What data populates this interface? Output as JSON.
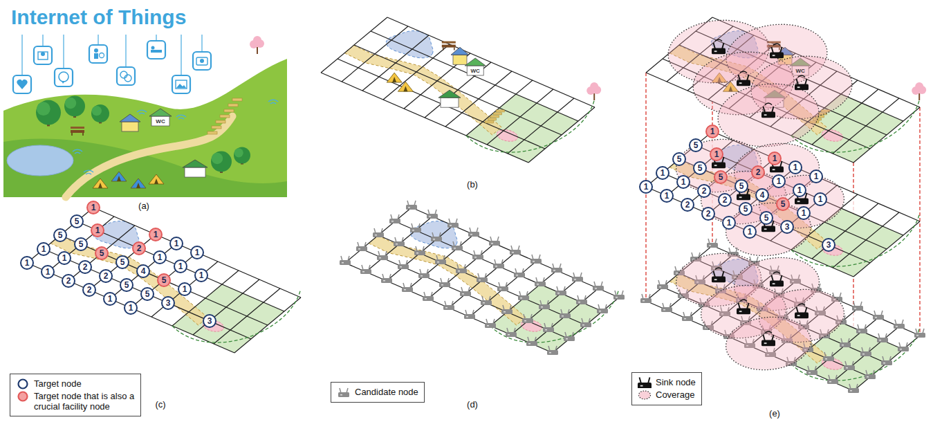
{
  "diagram": {
    "nodes": [
      {
        "text": [
          "1"
        ]
      },
      {
        "text": [
          "1"
        ]
      },
      {
        "text": [
          "1"
        ]
      },
      {
        "text": [
          "1"
        ]
      },
      {
        "text": [
          "5"
        ]
      },
      {
        "text": [
          "1"
        ]
      },
      {
        "text": [
          "2"
        ]
      },
      {
        "text": [
          "1"
        ]
      },
      {
        "text": [
          "1"
        ]
      },
      {
        "text": [
          "1"
        ]
      },
      {
        "text": [
          "5"
        ]
      },
      {
        "text": [
          "5"
        ]
      },
      {
        "text": [
          "5"
        ]
      },
      {
        "text": [
          "5"
        ]
      },
      {
        "text": [
          "4"
        ]
      },
      {
        "text": [
          "5"
        ]
      },
      {
        "text": [
          "1"
        ]
      },
      {
        "text": [
          "1"
        ]
      },
      {
        "text": [
          "1"
        ]
      },
      {
        "text": [
          "2"
        ]
      },
      {
        "text": [
          "2"
        ]
      },
      {
        "text": [
          "5"
        ]
      },
      {
        "text": [
          "5"
        ]
      },
      {
        "text": [
          "3"
        ]
      },
      {
        "text": [
          "3"
        ]
      },
      {
        "text": [
          "1"
        ]
      },
      {
        "text": [
          "1"
        ]
      },
      {
        "text": [
          "2"
        ]
      },
      {
        "text": [
          "2"
        ]
      },
      {
        "text": [
          "1"
        ]
      },
      {
        "text": [
          "1"
        ]
      },
      {
        "text": [
          "1"
        ]
      },
      {
        "text": [
          "1"
        ]
      },
      {
        "text": [
          "1"
        ]
      },
      {
        "text": [
          "1"
        ]
      },
      {
        "text": [
          "5"
        ]
      },
      {
        "text": [
          "1"
        ]
      },
      {
        "text": [
          "2"
        ]
      },
      {
        "text": [
          "1"
        ]
      },
      {
        "text": [
          "1"
        ]
      },
      {
        "text": [
          "1"
        ]
      },
      {
        "text": [
          "5"
        ]
      },
      {
        "text": [
          "5"
        ]
      },
      {
        "text": [
          "5"
        ]
      },
      {
        "text": [
          "5"
        ]
      },
      {
        "text": [
          "4"
        ]
      },
      {
        "text": [
          "5"
        ]
      },
      {
        "text": [
          "1"
        ]
      },
      {
        "text": [
          "1"
        ]
      },
      {
        "text": [
          "1"
        ]
      },
      {
        "text": [
          "2"
        ]
      },
      {
        "text": [
          "2"
        ]
      },
      {
        "text": [
          "5"
        ]
      },
      {
        "text": [
          "5"
        ]
      },
      {
        "text": [
          "3"
        ]
      },
      {
        "text": [
          "3"
        ]
      },
      {
        "text": [
          "1"
        ]
      },
      {
        "text": [
          "1"
        ]
      },
      {
        "text": [
          "2"
        ]
      },
      {
        "text": [
          "2"
        ]
      },
      {
        "text": [
          "1"
        ]
      },
      {
        "text": [
          "1"
        ]
      }
    ],
    "labels": [
      "Internet of Things",
      "WC",
      "(a)",
      "WC",
      "(b)",
      "(c)",
      "(d)",
      "WC",
      "(e)"
    ],
    "legend": [
      {
        "text": "Target node"
      },
      {
        "text": "Target node that is also a crucial facility node"
      },
      {
        "text": "Candidate node"
      },
      {
        "text": "Sink node"
      },
      {
        "text": "Coverage"
      }
    ]
  }
}
